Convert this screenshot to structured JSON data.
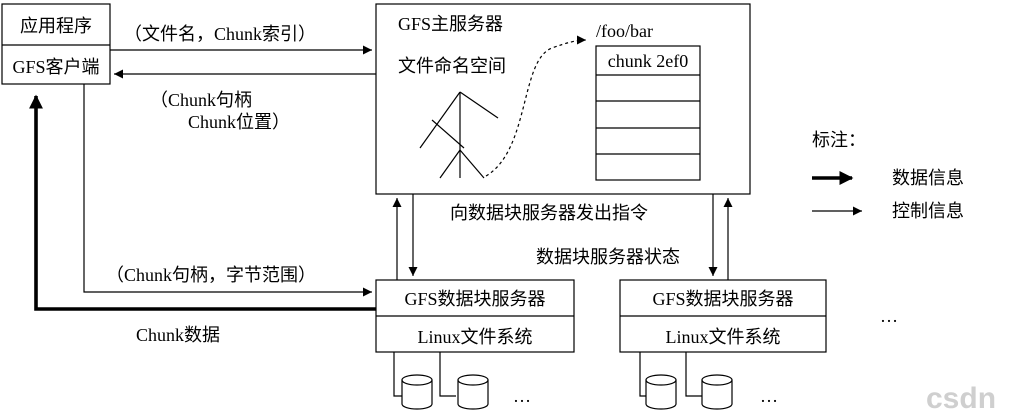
{
  "client": {
    "app_label": "应用程序",
    "client_label": "GFS客户端"
  },
  "master": {
    "title": "GFS主服务器",
    "namespace_label": "文件命名空间",
    "file_path": "/foo/bar",
    "chunk_entry": "chunk 2ef0"
  },
  "messages": {
    "filename_index": "（文件名，Chunk索引）",
    "handle_line1": "（Chunk句柄",
    "handle_line2": "Chunk位置）",
    "handle_range": "（Chunk句柄，字节范围）",
    "chunk_data": "Chunk数据",
    "instructions": "向数据块服务器发出指令",
    "server_state": "数据块服务器状态"
  },
  "chunkservers": [
    {
      "title": "GFS数据块服务器",
      "fs": "Linux文件系统",
      "ellipsis": "…"
    },
    {
      "title": "GFS数据块服务器",
      "fs": "Linux文件系统",
      "ellipsis": "…"
    }
  ],
  "more_servers": "…",
  "legend": {
    "title": "标注：",
    "data_flow": "数据信息",
    "control_flow": "控制信息"
  },
  "watermark": "csdn"
}
